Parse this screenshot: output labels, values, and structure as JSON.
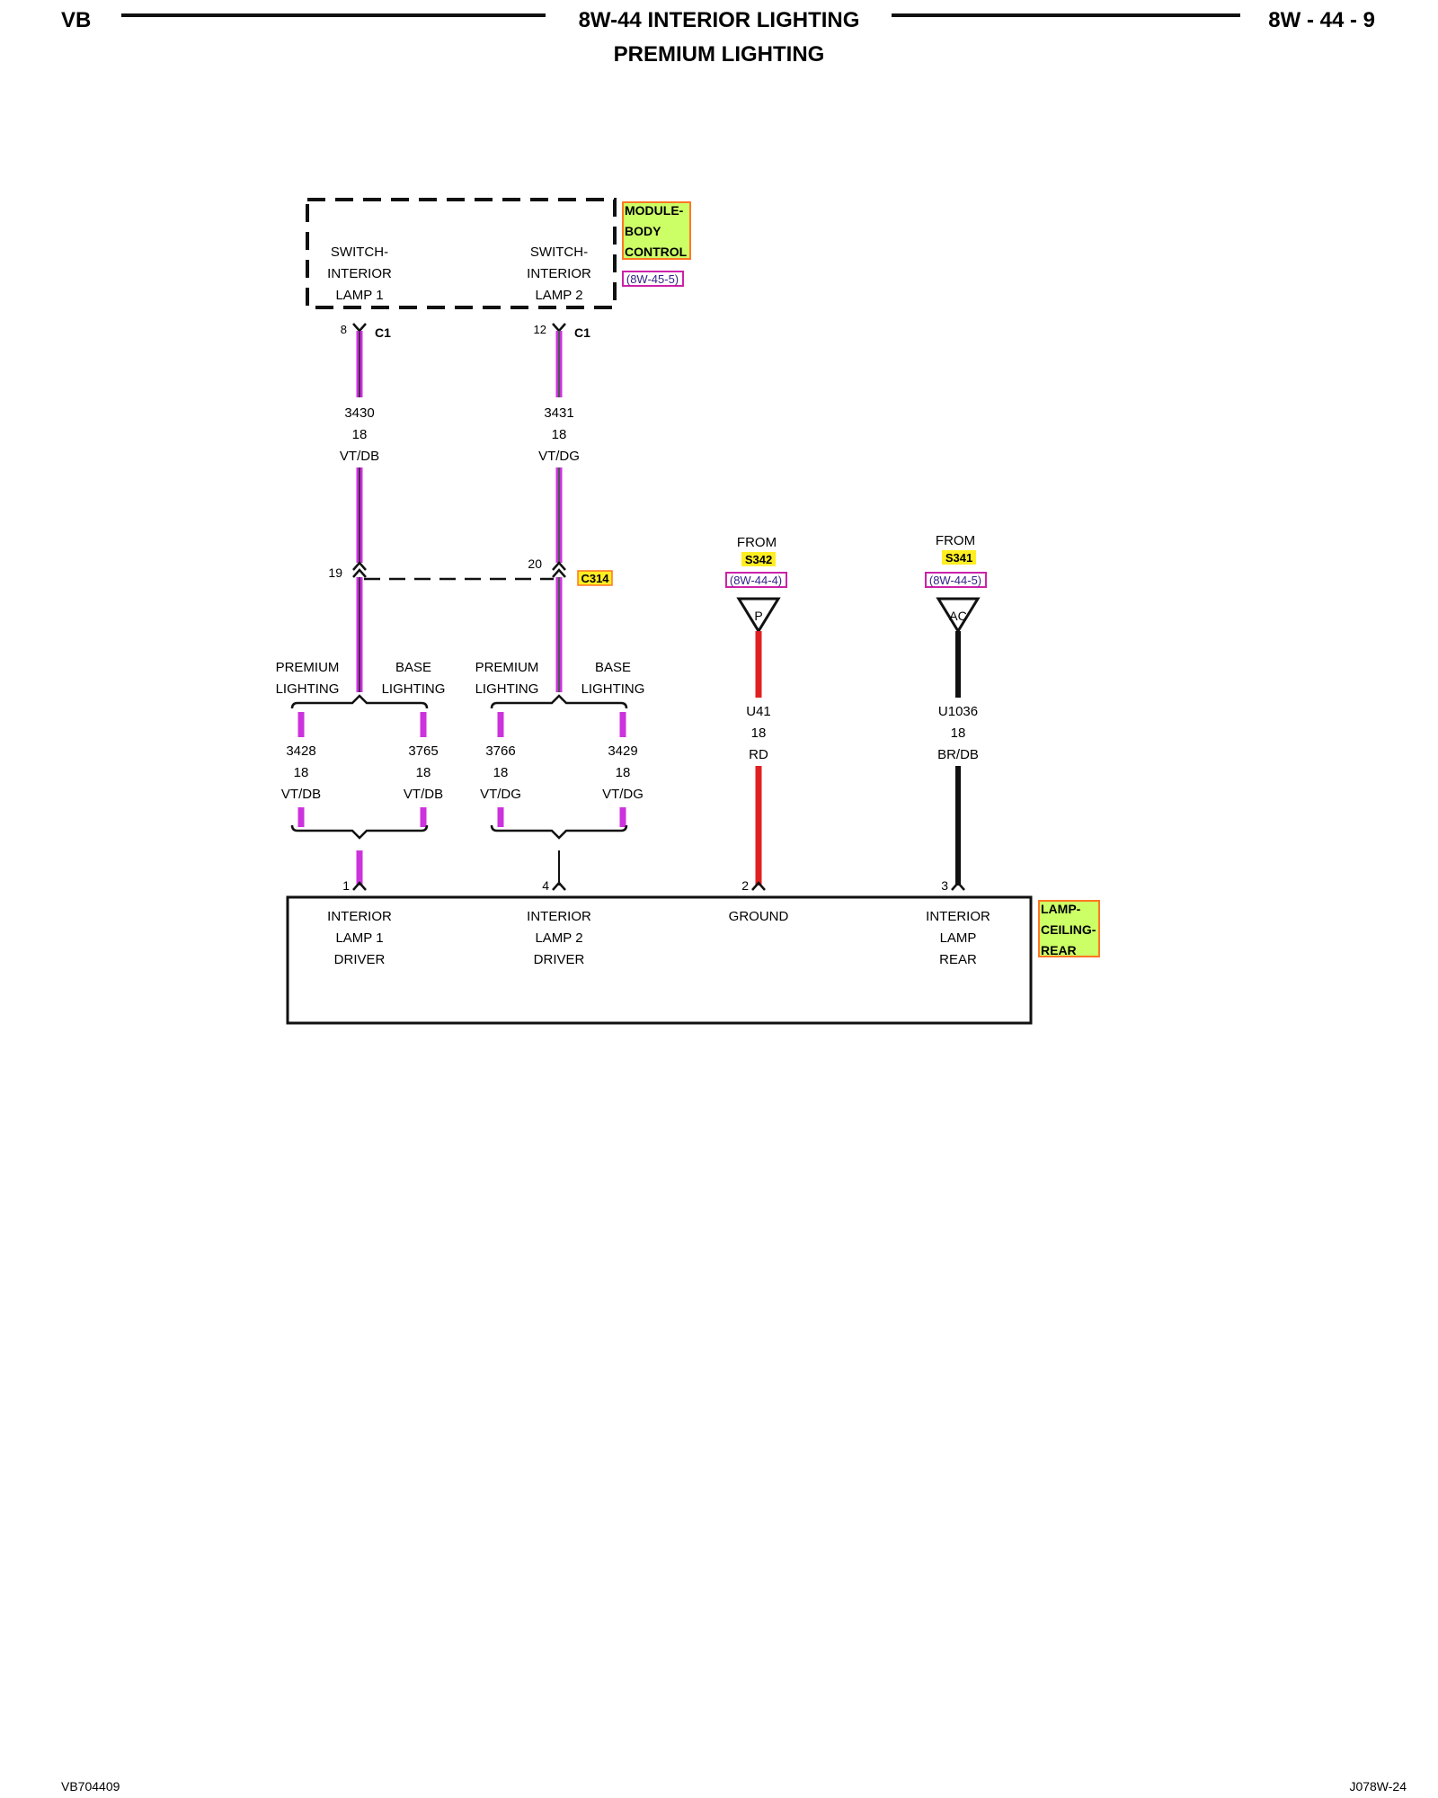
{
  "header": {
    "left": "VB",
    "center_title": "8W-44 INTERIOR LIGHTING",
    "subtitle": "PREMIUM LIGHTING",
    "right": "8W - 44 - 9"
  },
  "footer": {
    "left": "VB704409",
    "right": "J078W-24"
  },
  "bcm": {
    "label": [
      "MODULE-",
      "BODY",
      "CONTROL"
    ],
    "ref": "(8W-45-5)",
    "switch1": [
      "SWITCH-",
      "INTERIOR",
      "LAMP 1"
    ],
    "switch2": [
      "SWITCH-",
      "INTERIOR",
      "LAMP 2"
    ],
    "pin1": "8",
    "pin2": "12",
    "connector": "C1"
  },
  "wires": {
    "w3430": [
      "3430",
      "18",
      "VT/DB"
    ],
    "w3431": [
      "3431",
      "18",
      "VT/DG"
    ],
    "w3428": [
      "3428",
      "18",
      "VT/DB"
    ],
    "w3765": [
      "3765",
      "18",
      "VT/DB"
    ],
    "w3766": [
      "3766",
      "18",
      "VT/DG"
    ],
    "w3429": [
      "3429",
      "18",
      "VT/DG"
    ],
    "wU41": [
      "U41",
      "18",
      "RD"
    ],
    "wU1036": [
      "U1036",
      "18",
      "BR/DB"
    ]
  },
  "c314": {
    "pin_a": "19",
    "pin_b": "20",
    "label": "C314"
  },
  "options": {
    "premium": [
      "PREMIUM",
      "LIGHTING"
    ],
    "base": [
      "BASE",
      "LIGHTING"
    ]
  },
  "splices": {
    "s342": {
      "from": "FROM",
      "name": "S342",
      "ref": "(8W-44-4)",
      "symbol": "P"
    },
    "s341": {
      "from": "FROM",
      "name": "S341",
      "ref": "(8W-44-5)",
      "symbol": "AC"
    }
  },
  "lamp": {
    "label": [
      "LAMP-",
      "CEILING-",
      "REAR"
    ],
    "pins": [
      "1",
      "4",
      "2",
      "3"
    ],
    "pin1_text": [
      "INTERIOR",
      "LAMP 1",
      "DRIVER"
    ],
    "pin4_text": [
      "INTERIOR",
      "LAMP 2",
      "DRIVER"
    ],
    "pin2_text": [
      "GROUND"
    ],
    "pin3_text": [
      "INTERIOR",
      "LAMP",
      "REAR"
    ]
  },
  "colors": {
    "violet": "#cc33dd",
    "red": "#e02020",
    "black": "#111111",
    "highlight_green": "#ccff66",
    "highlight_yellow": "#ffee22",
    "highlight_border": "#ff7722",
    "ref_border": "#cc22aa",
    "ref_text": "#332288"
  }
}
